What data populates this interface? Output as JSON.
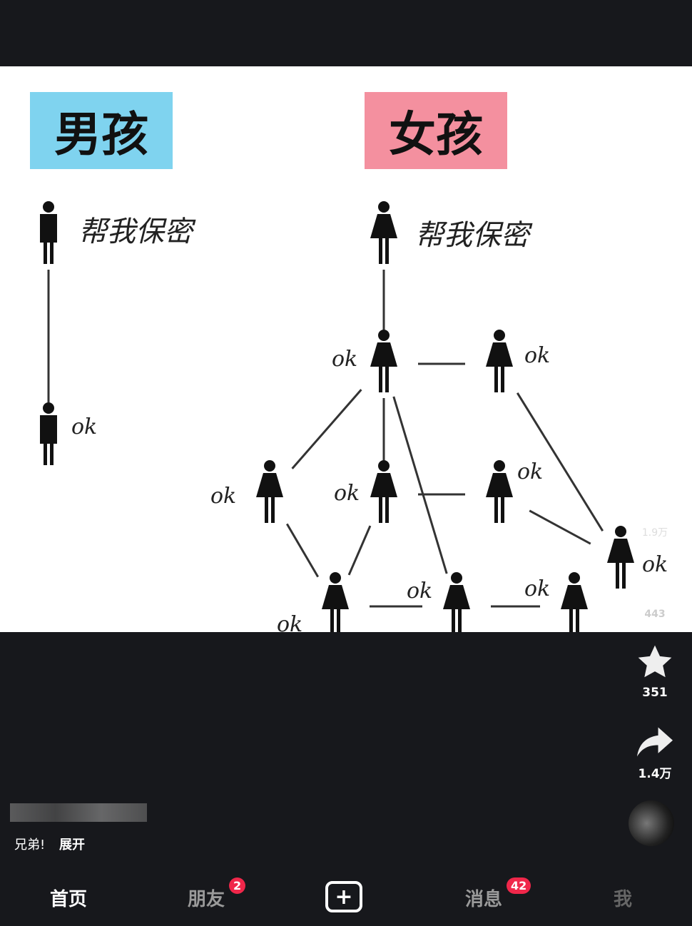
{
  "diagram": {
    "boy_title": "男孩",
    "girl_title": "女孩",
    "secret_text": "帮我保密",
    "ok_text": "ok",
    "colors": {
      "boy": "#7fd3ef",
      "girl": "#f4909f"
    }
  },
  "rail": {
    "like_count": "1.9万",
    "comment_count": "443",
    "favorite_count": "351",
    "share_count": "1.4万"
  },
  "caption": {
    "text": "兄弟!",
    "expand": "展开"
  },
  "nav": {
    "home": "首页",
    "friends": "朋友",
    "friends_badge": "2",
    "messages": "消息",
    "messages_badge": "42",
    "me": "我"
  }
}
